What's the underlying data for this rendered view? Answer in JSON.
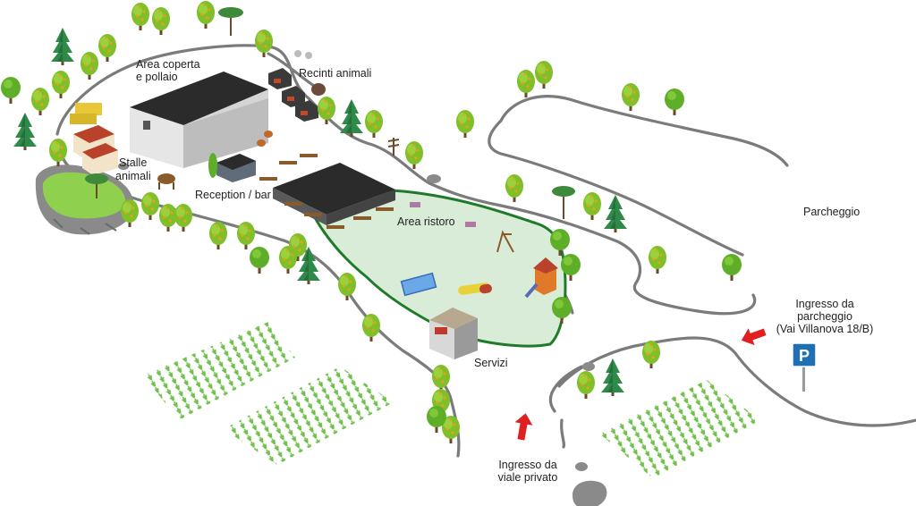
{
  "colors": {
    "path": "#7b7b7b",
    "play_area_fill": "#d9ecd8",
    "play_area_border": "#1f7a2a",
    "parking_sign": "#1f6fb5",
    "arrow": "#e02020",
    "grass": "#8fd14f",
    "tree_leaf": "#7fbf2a",
    "pine": "#2f8a4a"
  },
  "labels": {
    "area_coperta_line1": "Area coperta",
    "area_coperta_line2": "e pollaio",
    "recinti_animali": "Recinti animali",
    "stalle_line1": "Stalle",
    "stalle_line2": "animali",
    "reception_bar": "Reception / bar",
    "area_ristoro": "Area ristoro",
    "servizi": "Servizi",
    "parcheggio": "Parcheggio",
    "ingresso_parcheggio_line1": "Ingresso da",
    "ingresso_parcheggio_line2": "parcheggio",
    "ingresso_parcheggio_line3": "(Vai Villanova 18/B)",
    "ingresso_viale_line1": "Ingresso da",
    "ingresso_viale_line2": "viale privato"
  },
  "parking_sign_letter": "P",
  "icons": {
    "parking": "parking-sign-icon",
    "entrance_arrow": "red-arrow-icon"
  }
}
